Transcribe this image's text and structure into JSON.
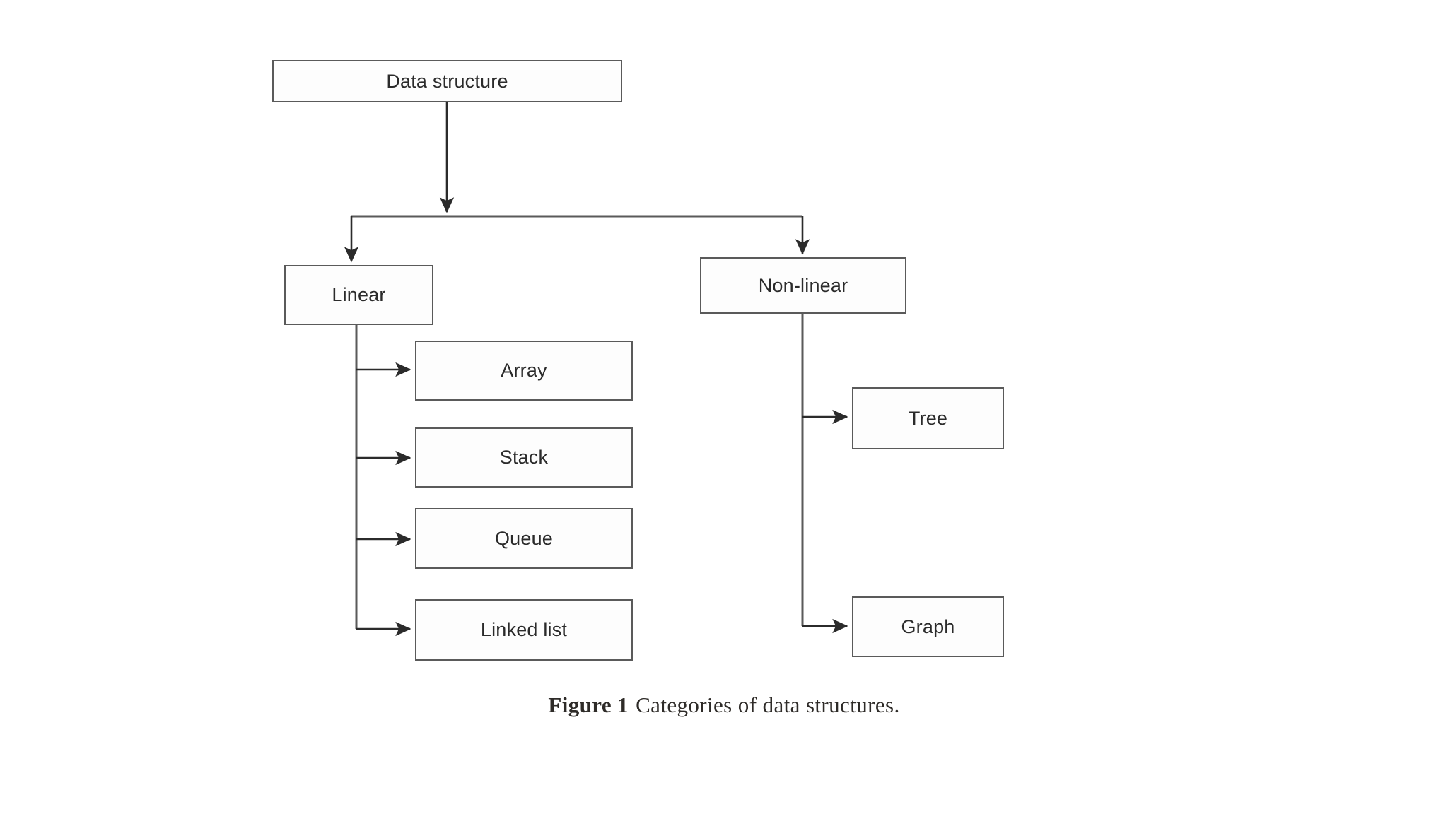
{
  "figure": {
    "caption_label": "Figure 1",
    "caption_text": "Categories of data structures.",
    "line_color": "#5a5a5a",
    "text_color": "#2b2b2b",
    "background_color": "#ffffff"
  },
  "diagram": {
    "type": "tree-hierarchy",
    "root": {
      "id": "data-structure",
      "label": "Data structure"
    },
    "level1": [
      {
        "id": "linear",
        "label": "Linear"
      },
      {
        "id": "non-linear",
        "label": "Non-linear"
      }
    ],
    "linear_children": [
      {
        "id": "array",
        "label": "Array"
      },
      {
        "id": "stack",
        "label": "Stack"
      },
      {
        "id": "queue",
        "label": "Queue"
      },
      {
        "id": "linked-list",
        "label": "Linked list"
      }
    ],
    "nonlinear_children": [
      {
        "id": "tree",
        "label": "Tree"
      },
      {
        "id": "graph",
        "label": "Graph"
      }
    ],
    "edges": [
      {
        "from": "data-structure",
        "to": "linear"
      },
      {
        "from": "data-structure",
        "to": "non-linear"
      },
      {
        "from": "linear",
        "to": "array"
      },
      {
        "from": "linear",
        "to": "stack"
      },
      {
        "from": "linear",
        "to": "queue"
      },
      {
        "from": "linear",
        "to": "linked-list"
      },
      {
        "from": "non-linear",
        "to": "tree"
      },
      {
        "from": "non-linear",
        "to": "graph"
      }
    ]
  }
}
